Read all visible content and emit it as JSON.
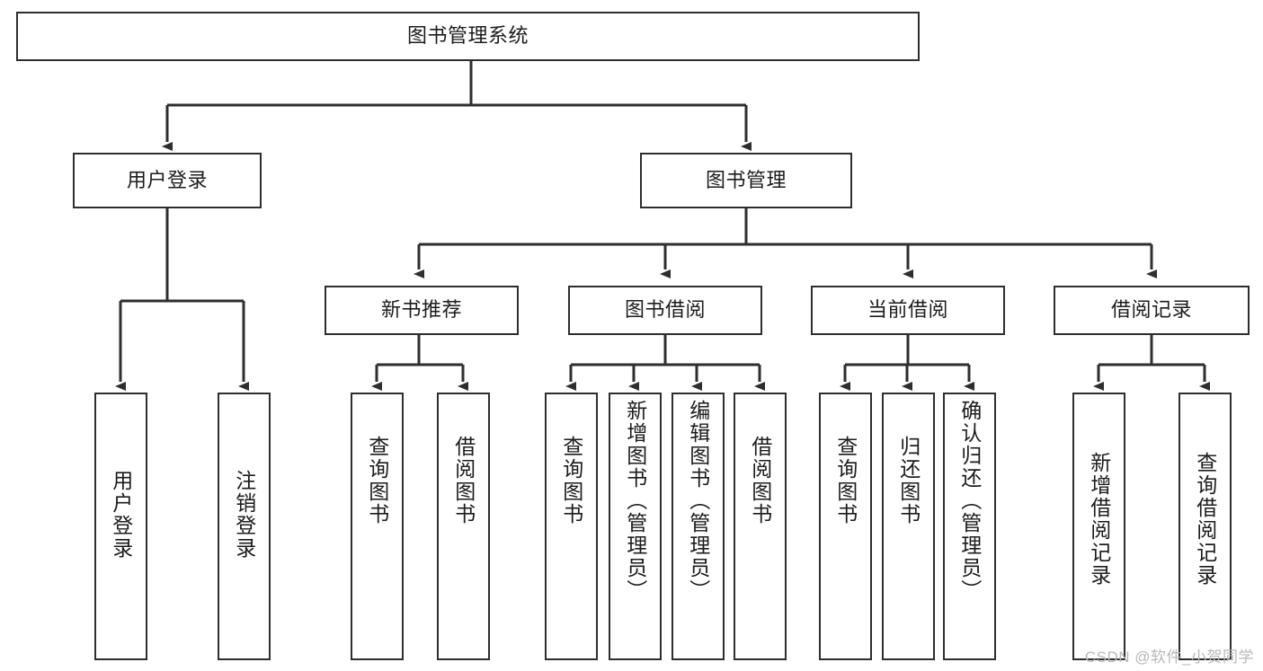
{
  "diagram": {
    "title": "图书管理系统",
    "type": "tree-hierarchy",
    "root": {
      "id": "root",
      "label": "图书管理系统"
    },
    "level2": [
      {
        "id": "user-login",
        "label": "用户登录"
      },
      {
        "id": "book-manage",
        "label": "图书管理"
      }
    ],
    "level3": [
      {
        "id": "new-book-rec",
        "label": "新书推荐"
      },
      {
        "id": "book-borrow",
        "label": "图书借阅"
      },
      {
        "id": "current-borrow",
        "label": "当前借阅"
      },
      {
        "id": "borrow-record",
        "label": "借阅记录"
      }
    ],
    "leaves": [
      {
        "id": "leaf-user-login",
        "label": "用户登录",
        "parent": "user-login"
      },
      {
        "id": "leaf-logout",
        "label": "注销登录",
        "parent": "user-login"
      },
      {
        "id": "leaf-query-book-1",
        "label": "查询图书",
        "parent": "new-book-rec"
      },
      {
        "id": "leaf-borrow-book-1",
        "label": "借阅图书",
        "parent": "new-book-rec"
      },
      {
        "id": "leaf-query-book-2",
        "label": "查询图书",
        "parent": "book-borrow"
      },
      {
        "id": "leaf-add-book",
        "label": "新增图书（管理员）",
        "parent": "book-borrow"
      },
      {
        "id": "leaf-edit-book",
        "label": "编辑图书（管理员）",
        "parent": "book-borrow"
      },
      {
        "id": "leaf-borrow-book-2",
        "label": "借阅图书",
        "parent": "book-borrow"
      },
      {
        "id": "leaf-query-book-3",
        "label": "查询图书",
        "parent": "current-borrow"
      },
      {
        "id": "leaf-return-book",
        "label": "归还图书",
        "parent": "current-borrow"
      },
      {
        "id": "leaf-confirm-return",
        "label": "确认归还（管理员）",
        "parent": "current-borrow"
      },
      {
        "id": "leaf-add-record",
        "label": "新增借阅记录",
        "parent": "borrow-record"
      },
      {
        "id": "leaf-query-record",
        "label": "查询借阅记录",
        "parent": "borrow-record"
      }
    ],
    "watermark": "CSDN @软件_小贺同学",
    "colors": {
      "background": "#ffffff",
      "box_fill": "#ffffff",
      "box_stroke": "#2e2e2e",
      "text": "#1c1c1c",
      "watermark": "#b8b8b8"
    }
  }
}
